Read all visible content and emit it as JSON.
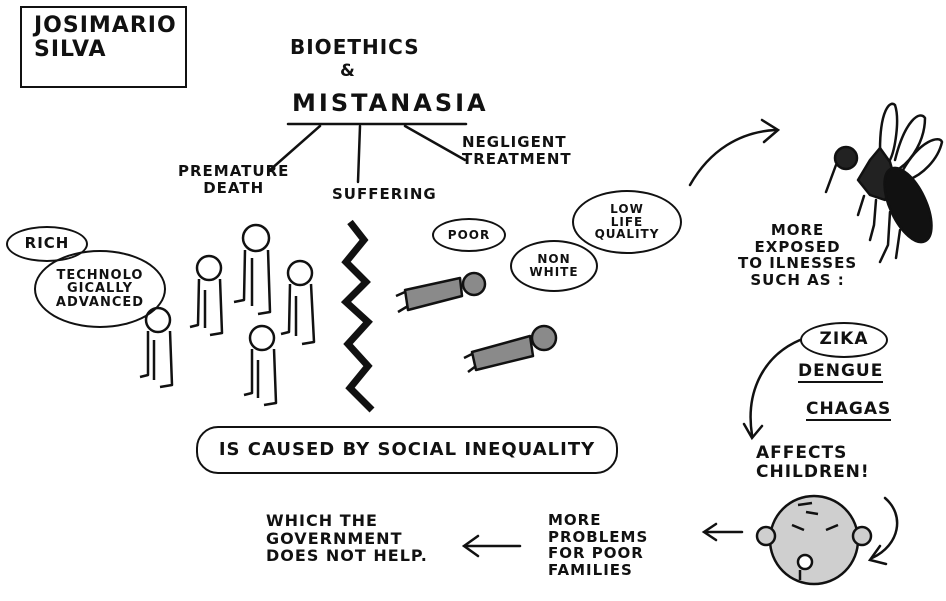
{
  "author": {
    "name": "JOSIMARIO\nSILVA"
  },
  "title": {
    "line1": "BIOETHICS",
    "line2": "&",
    "line3": "MISTANASIA"
  },
  "branches": {
    "premature": "PREMATURE\nDEATH",
    "suffering": "SUFFERING",
    "negligent": "NEGLIGENT\nTREATMENT"
  },
  "rich_side": {
    "rich_label": "RICH",
    "tech_label": "TECHNOLO\nGICALLY\nADVANCED"
  },
  "poor_side": {
    "poor_label": "POOR",
    "non_white_label": "NON\nWHITE",
    "low_life_label": "LOW\nLIFE\nQUALITY"
  },
  "cause": "IS CAUSED BY SOCIAL INEQUALITY",
  "illness": {
    "exposed": "MORE\nEXPOSED\nTO ILNESSES\nSUCH AS :",
    "zika": "ZIKA",
    "dengue": "DENGUE",
    "chagas": "CHAGAS",
    "affects": "AFFECTS\nCHILDREN!"
  },
  "consequences": {
    "more_problems": "MORE\nPROBLEMS\nFOR POOR\nFAMILIES",
    "government": "WHICH THE\nGOVERNMENT\nDOES NOT HELP."
  },
  "colors": {
    "ink": "#111111",
    "figure_gray": "#8a8a8a",
    "paper": "#ffffff"
  }
}
